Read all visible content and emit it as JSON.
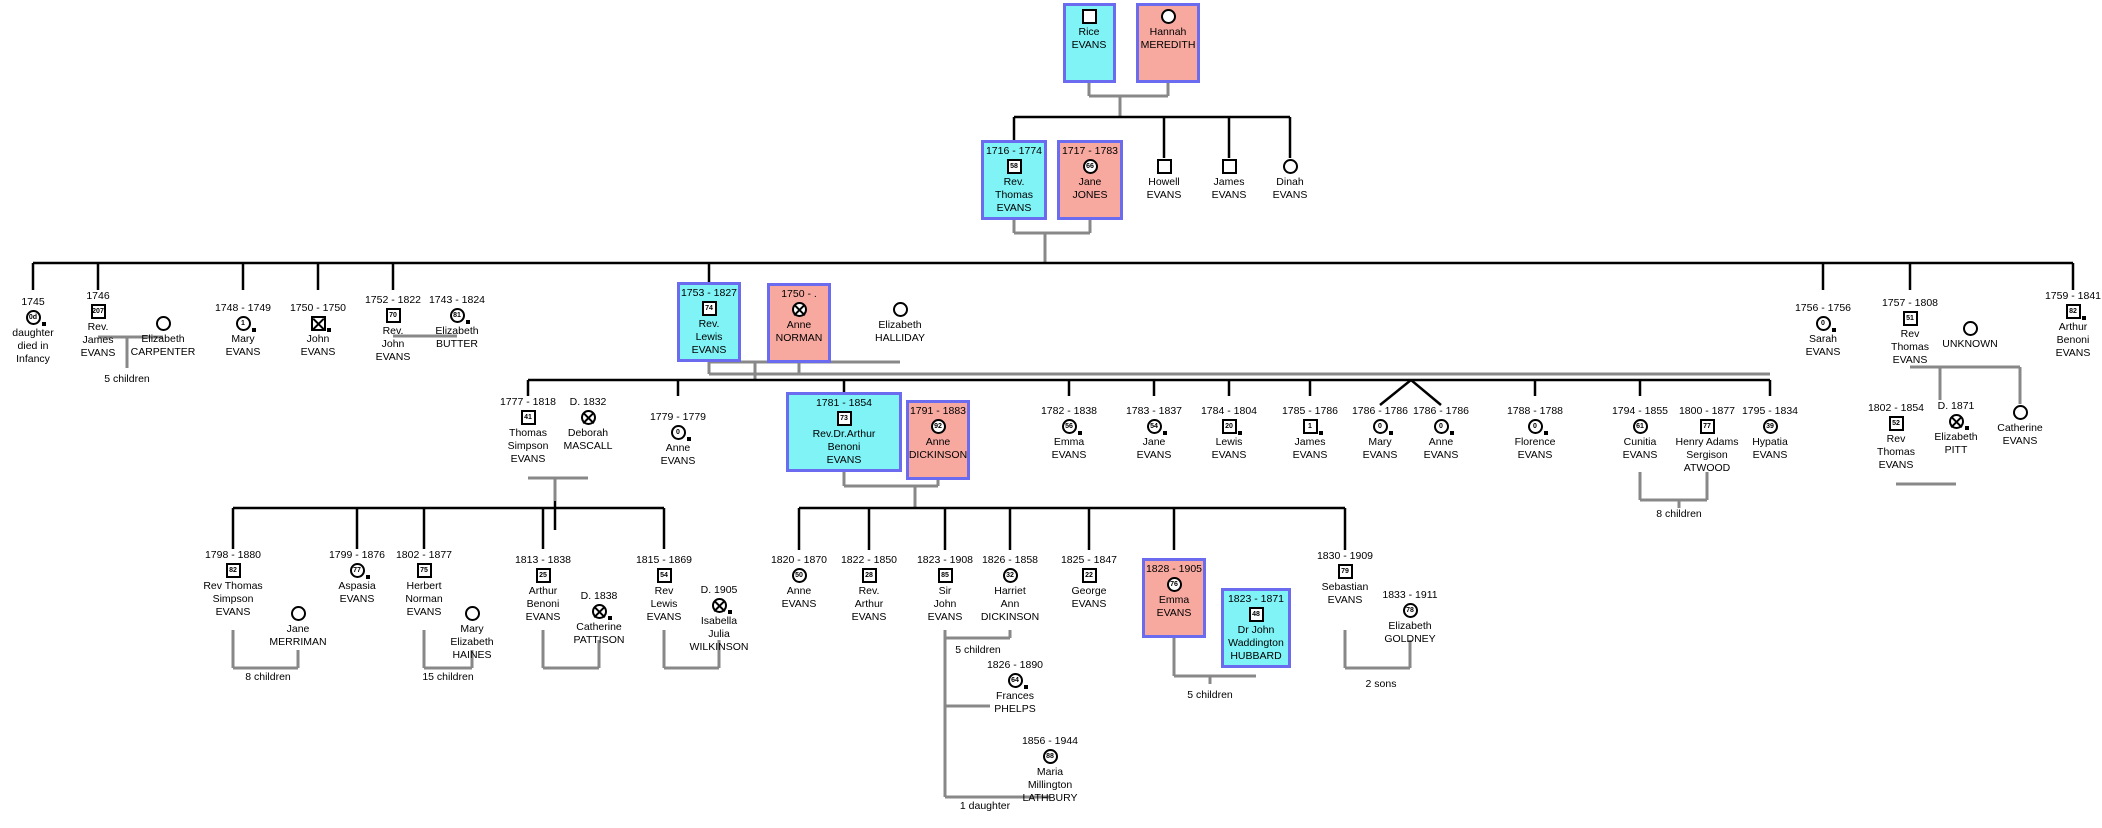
{
  "people": [
    {
      "id": "rice",
      "given": "Rice",
      "surname": "EVANS",
      "sex": "M",
      "hl": true
    },
    {
      "id": "hannah",
      "given": "Hannah",
      "surname": "MEREDITH",
      "sex": "F",
      "hl": true
    },
    {
      "id": "thomas",
      "dates": "1716 - 1774",
      "age": "58",
      "given": "Rev.\nThomas",
      "surname": "EVANS",
      "sex": "M",
      "hl": true
    },
    {
      "id": "janej",
      "dates": "1717 - 1783",
      "age": "66",
      "given": "Jane",
      "surname": "JONES",
      "sex": "F",
      "hl": true
    },
    {
      "id": "howell",
      "given": "Howell",
      "surname": "EVANS",
      "sex": "M"
    },
    {
      "id": "jamesE",
      "given": "James",
      "surname": "EVANS",
      "sex": "M"
    },
    {
      "id": "dinah",
      "given": "Dinah",
      "surname": "EVANS",
      "sex": "F"
    },
    {
      "id": "dau1745",
      "dates": "1745",
      "age": "0d",
      "given": "daughter\ndied in\nInfancy",
      "surname": "",
      "sex": "F",
      "dot": true
    },
    {
      "id": "revjames",
      "dates": "1746",
      "age": "207",
      "given": "Rev.\nJames",
      "surname": "EVANS",
      "sex": "M"
    },
    {
      "id": "ecarp",
      "given": "Elizabeth",
      "surname": "CARPENTER",
      "sex": "F"
    },
    {
      "id": "mary1748",
      "dates": "1748 - 1749",
      "age": "1",
      "given": "Mary",
      "surname": "EVANS",
      "sex": "F",
      "dot": true
    },
    {
      "id": "john1750",
      "dates": "1750 - 1750",
      "age": "0",
      "given": "John",
      "surname": "EVANS",
      "sex": "M",
      "dead": true,
      "dot": true
    },
    {
      "id": "revjohn",
      "dates": "1752 - 1822",
      "age": "70",
      "given": "Rev.\nJohn",
      "surname": "EVANS",
      "sex": "M"
    },
    {
      "id": "ebutter",
      "dates": "1743 - 1824",
      "age": "81",
      "given": "Elizabeth",
      "surname": "BUTTER",
      "sex": "F",
      "dot": true
    },
    {
      "id": "lewis",
      "dates": "1753 - 1827",
      "age": "74",
      "given": "Rev.\nLewis",
      "surname": "EVANS",
      "sex": "M",
      "hl": true
    },
    {
      "id": "annen",
      "dates": "1750 - .",
      "given": "Anne",
      "surname": "NORMAN",
      "sex": "F",
      "hl": true,
      "dead": true
    },
    {
      "id": "ehall",
      "given": "Elizabeth",
      "surname": "HALLIDAY",
      "sex": "F"
    },
    {
      "id": "sarah",
      "dates": "1756 - 1756",
      "age": "0",
      "given": "Sarah",
      "surname": "EVANS",
      "sex": "F",
      "dot": true
    },
    {
      "id": "revthomas57",
      "dates": "1757 - 1808",
      "age": "51",
      "given": "Rev\nThomas",
      "surname": "EVANS",
      "sex": "M"
    },
    {
      "id": "unknown",
      "given": "UNKNOWN",
      "surname": "",
      "sex": "F"
    },
    {
      "id": "arthur59",
      "dates": "1759 - 1841",
      "age": "82",
      "given": "Arthur\nBenoni",
      "surname": "EVANS",
      "sex": "M",
      "dot": true
    },
    {
      "id": "tse",
      "dates": "1777 - 1818",
      "age": "41",
      "given": "Thomas\nSimpson",
      "surname": "EVANS",
      "sex": "M"
    },
    {
      "id": "dmascall",
      "dates": "D. 1832",
      "given": "Deborah",
      "surname": "MASCALL",
      "sex": "F",
      "dead": true
    },
    {
      "id": "anne1779",
      "dates": "1779 - 1779",
      "age": "0",
      "given": "Anne",
      "surname": "EVANS",
      "sex": "F",
      "dot": true
    },
    {
      "id": "arthurdr",
      "dates": "1781 - 1854",
      "age": "73",
      "given": "Rev.Dr.Arthur\nBenoni",
      "surname": "EVANS",
      "sex": "M",
      "hl": true
    },
    {
      "id": "annedick",
      "dates": "1791 - 1883",
      "age": "92",
      "given": "Anne",
      "surname": "DICKINSON",
      "sex": "F",
      "hl": true
    },
    {
      "id": "emma1782",
      "dates": "1782 - 1838",
      "age": "56",
      "given": "Emma",
      "surname": "EVANS",
      "sex": "F",
      "dot": true
    },
    {
      "id": "jane1783",
      "dates": "1783 - 1837",
      "age": "54",
      "given": "Jane",
      "surname": "EVANS",
      "sex": "F",
      "dot": true
    },
    {
      "id": "lewis1784",
      "dates": "1784 - 1804",
      "age": "20",
      "given": "Lewis",
      "surname": "EVANS",
      "sex": "M",
      "dot": true
    },
    {
      "id": "james1785",
      "dates": "1785 - 1786",
      "age": "1",
      "given": "James",
      "surname": "EVANS",
      "sex": "M",
      "dot": true
    },
    {
      "id": "mary1786",
      "dates": "1786 - 1786",
      "age": "0",
      "given": "Mary",
      "surname": "EVANS",
      "sex": "F",
      "dot": true
    },
    {
      "id": "anne1786",
      "dates": "1786 - 1786",
      "age": "0",
      "given": "Anne",
      "surname": "EVANS",
      "sex": "F",
      "dot": true
    },
    {
      "id": "florence",
      "dates": "1788 - 1788",
      "age": "0",
      "given": "Florence",
      "surname": "EVANS",
      "sex": "F",
      "dot": true
    },
    {
      "id": "cunitia",
      "dates": "1794 - 1855",
      "age": "61",
      "given": "Cunitia",
      "surname": "EVANS",
      "sex": "F"
    },
    {
      "id": "hatwood",
      "dates": "1800 - 1877",
      "age": "77",
      "given": "Henry Adams\nSergison",
      "surname": "ATWOOD",
      "sex": "M"
    },
    {
      "id": "hypatia",
      "dates": "1795 - 1834",
      "age": "39",
      "given": "Hypatia",
      "surname": "EVANS",
      "sex": "F"
    },
    {
      "id": "catherine",
      "given": "Catherine",
      "surname": "EVANS",
      "sex": "F"
    },
    {
      "id": "revthomas02",
      "dates": "1802 - 1854",
      "age": "52",
      "given": "Rev\nThomas",
      "surname": "EVANS",
      "sex": "M"
    },
    {
      "id": "epitt",
      "dates": "D. 1871",
      "given": "Elizabeth",
      "surname": "PITT",
      "sex": "F",
      "dead": true,
      "dot": true
    },
    {
      "id": "rtse",
      "dates": "1798 - 1880",
      "age": "82",
      "given": "Rev Thomas\nSimpson",
      "surname": "EVANS",
      "sex": "M"
    },
    {
      "id": "jmerriman",
      "given": "Jane",
      "surname": "MERRIMAN",
      "sex": "F"
    },
    {
      "id": "aspasia",
      "dates": "1799 - 1876",
      "age": "77",
      "given": "Aspasia",
      "surname": "EVANS",
      "sex": "F",
      "dot": true
    },
    {
      "id": "herbert",
      "dates": "1802 - 1877",
      "age": "75",
      "given": "Herbert\nNorman",
      "surname": "EVANS",
      "sex": "M"
    },
    {
      "id": "mehaines",
      "given": "Mary\nElizabeth",
      "surname": "HAINES",
      "sex": "F"
    },
    {
      "id": "arthur13",
      "dates": "1813 - 1838",
      "age": "25",
      "given": "Arthur\nBenoni",
      "surname": "EVANS",
      "sex": "M"
    },
    {
      "id": "cpattison",
      "dates": "D. 1838",
      "given": "Catherine",
      "surname": "PATTISON",
      "sex": "F",
      "dead": true,
      "dot": true
    },
    {
      "id": "revlewis15",
      "dates": "1815 - 1869",
      "age": "54",
      "given": "Rev\nLewis",
      "surname": "EVANS",
      "sex": "M"
    },
    {
      "id": "ijw",
      "dates": "D. 1905",
      "given": "Isabella\nJulia",
      "surname": "WILKINSON",
      "sex": "F",
      "dead": true,
      "dot": true
    },
    {
      "id": "anne1820",
      "dates": "1820 - 1870",
      "age": "50",
      "given": "Anne",
      "surname": "EVANS",
      "sex": "F"
    },
    {
      "id": "revarthur22",
      "dates": "1822 - 1850",
      "age": "28",
      "given": "Rev.\nArthur",
      "surname": "EVANS",
      "sex": "M"
    },
    {
      "id": "sirjohn",
      "dates": "1823 - 1908",
      "age": "85",
      "given": "Sir\nJohn",
      "surname": "EVANS",
      "sex": "M"
    },
    {
      "id": "hadick",
      "dates": "1826 - 1858",
      "age": "32",
      "given": "Harriet\nAnn",
      "surname": "DICKINSON",
      "sex": "F"
    },
    {
      "id": "george",
      "dates": "1825 - 1847",
      "age": "22",
      "given": "George",
      "surname": "EVANS",
      "sex": "M"
    },
    {
      "id": "emma1828",
      "dates": "1828 - 1905",
      "age": "76",
      "given": "Emma",
      "surname": "EVANS",
      "sex": "F",
      "hl": true
    },
    {
      "id": "jwh",
      "dates": "1823 - 1871",
      "age": "48",
      "given": "Dr John\nWaddington",
      "surname": "HUBBARD",
      "sex": "M",
      "hl": true
    },
    {
      "id": "sebastian",
      "dates": "1830 - 1909",
      "age": "79",
      "given": "Sebastian",
      "surname": "EVANS",
      "sex": "M"
    },
    {
      "id": "egoldney",
      "dates": "1833 - 1911",
      "age": "78",
      "given": "Elizabeth",
      "surname": "GOLDNEY",
      "sex": "F"
    },
    {
      "id": "fphelps",
      "dates": "1826 - 1890",
      "age": "64",
      "given": "Frances",
      "surname": "PHELPS",
      "sex": "F",
      "dot": true
    },
    {
      "id": "mml",
      "dates": "1856 - 1944",
      "age": "88",
      "given": "Maria\nMillington",
      "surname": "LATHBURY",
      "sex": "F"
    }
  ],
  "notes": [
    {
      "id": "n1",
      "text": "5 children"
    },
    {
      "id": "n2",
      "text": "8 children"
    },
    {
      "id": "n3",
      "text": "8 children"
    },
    {
      "id": "n4",
      "text": "15 children"
    },
    {
      "id": "n5",
      "text": "5 children"
    },
    {
      "id": "n6",
      "text": "5 children"
    },
    {
      "id": "n7",
      "text": "2 sons"
    },
    {
      "id": "n8",
      "text": "1 daughter"
    }
  ],
  "colors": {
    "male": "#7ff3f6",
    "female": "#f7a9a0",
    "highlight_border": "#6b6bf0",
    "line": "#000000",
    "link": "#888888"
  }
}
